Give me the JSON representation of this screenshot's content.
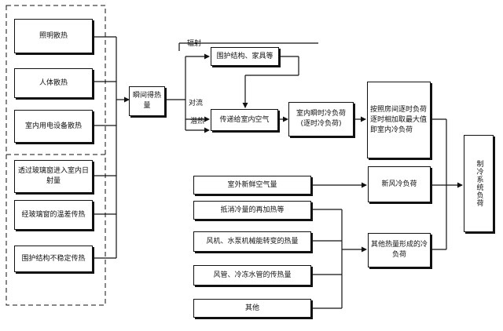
{
  "sources": {
    "lighting": "照明散热",
    "human": "人体散热",
    "equipment": "室内用电设备散热",
    "solar": "透过玻璃窗进入室内日射量",
    "glass_conduction": "经玻璃窗的温差传热",
    "envelope": "围护结构不稳定传热"
  },
  "instant_gain": "瞬间得热量",
  "labels": {
    "radiation": "辐射",
    "convection": "对流",
    "latent": "潜热"
  },
  "envelope_furniture": "围护结构、家具等",
  "to_room_air": "传递给室内空气",
  "instant_cooling_load": "室内瞬时冷负荷",
  "instant_cooling_load_sub": "(逐时冷负荷)",
  "hourly_max": "按照房间逐时负荷逐时相加取最大值即室内冷负荷",
  "outdoor_air": "室外新鲜空气量",
  "fresh_air_load": "新风冷负荷",
  "reheat": "抵消冷量的再加热等",
  "fan_pump": "风机、水泵机械能转变的热量",
  "duct_pipe": "风管、冷冻水管的传热量",
  "other": "其他",
  "other_loads": "其他热量形成的冷负荷",
  "system_load": "制冷系统负荷"
}
